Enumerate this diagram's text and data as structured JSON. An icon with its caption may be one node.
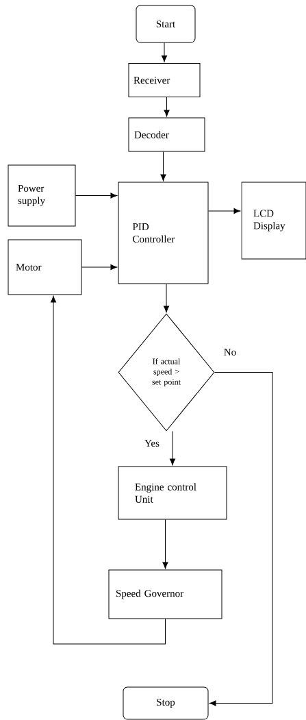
{
  "diagram": {
    "nodes": [
      {
        "text": [
          "Start"
        ]
      },
      {
        "text": [
          "Receiver"
        ]
      },
      {
        "text": [
          "Decoder"
        ]
      },
      {
        "text": [
          "PID Controller"
        ]
      },
      {
        "text": [
          "Power supply"
        ]
      },
      {
        "text": [
          "Motor"
        ]
      },
      {
        "text": [
          "LCD Display"
        ]
      },
      {
        "text": [
          "If actual speed > set point"
        ]
      },
      {
        "text": [
          "Engine control Unit"
        ]
      },
      {
        "text": [
          "Speed Governor"
        ]
      },
      {
        "text": [
          "Stop"
        ]
      }
    ],
    "edges": [
      {
        "from": 0,
        "to": 1,
        "arrow": "to"
      },
      {
        "from": 1,
        "to": 2,
        "arrow": "to"
      },
      {
        "from": 2,
        "to": 3,
        "arrow": "to"
      },
      {
        "from": 4,
        "to": 3,
        "arrow": "to"
      },
      {
        "from": 5,
        "to": 3,
        "arrow": "to"
      },
      {
        "from": 3,
        "to": 6,
        "arrow": "to"
      },
      {
        "from": 3,
        "to": 7,
        "arrow": "to"
      },
      {
        "from": 7,
        "to": 8,
        "label": "Yes",
        "arrow": "to"
      },
      {
        "from": 8,
        "to": 9,
        "arrow": "to"
      },
      {
        "from": 9,
        "to": 5,
        "arrow": "to"
      },
      {
        "from": 7,
        "to": 10,
        "label": "No",
        "arrow": "to"
      }
    ]
  }
}
